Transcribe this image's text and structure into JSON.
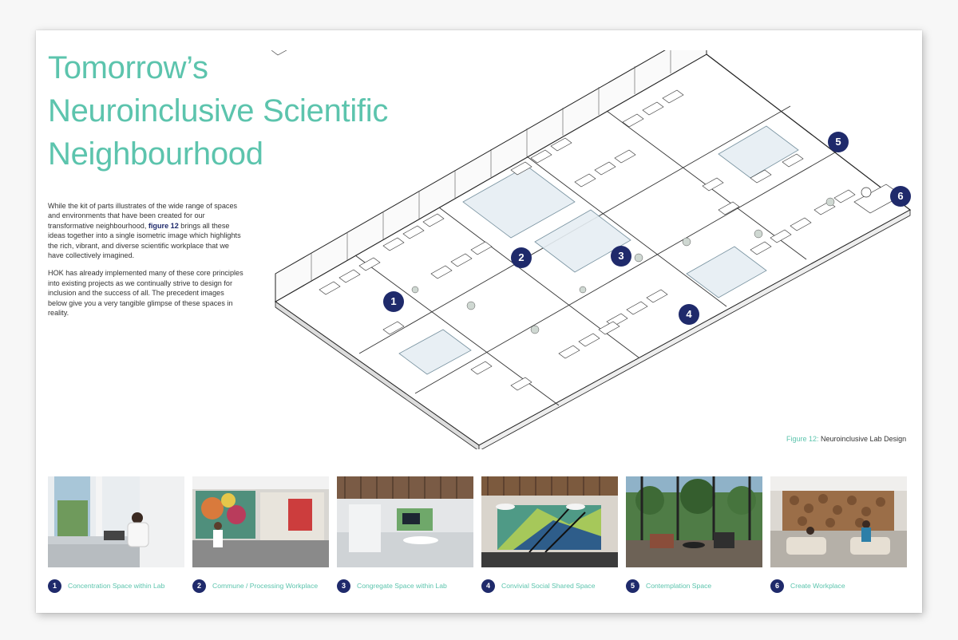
{
  "title": {
    "line1": "Tomorrow’s",
    "line2": "Neuroinclusive Scientific",
    "line3": "Neighbourhood"
  },
  "intro": {
    "p1_start": "While the kit of parts illustrates of the wide range of spaces and environments that have been created for our transformative neighbourhood, ",
    "p1_bold": "figure 12",
    "p1_end": " brings all these ideas together into a single isometric image which highlights the rich, vibrant, and diverse scientific workplace that we have collectively imagined.",
    "p2": "HOK has already implemented many of these core principles into existing projects as we continually strive to design for inclusion and the success of all. The precedent images below give you a very tangible glimpse of these spaces in reality."
  },
  "caption": {
    "prefix": "Figure 12:",
    "text": " Neuroinclusive Lab Design"
  },
  "markers": [
    "1",
    "2",
    "3",
    "4",
    "5",
    "6"
  ],
  "colors": {
    "accent_teal": "#5cc4ad",
    "navy": "#1f2a6b"
  },
  "spaces": [
    {
      "num": "1",
      "label": "Concentration Space within Lab"
    },
    {
      "num": "2",
      "label": "Commune / Processing Workplace"
    },
    {
      "num": "3",
      "label": "Congregate Space within Lab"
    },
    {
      "num": "4",
      "label": "Convivial Social Shared Space"
    },
    {
      "num": "5",
      "label": "Contemplation Space"
    },
    {
      "num": "6",
      "label": "Create Workplace"
    }
  ]
}
